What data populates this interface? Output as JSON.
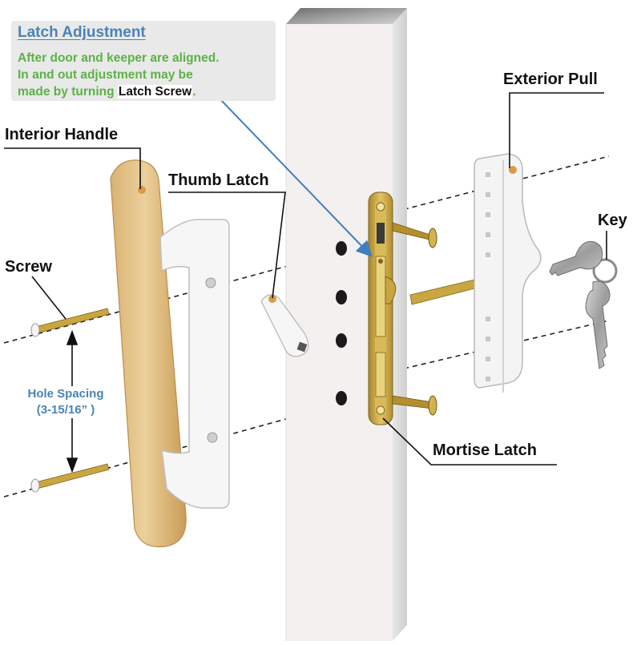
{
  "note": {
    "title": "Latch Adjustment",
    "body_line1": "After door and keeper are aligned.",
    "body_line2": "In and out adjustment may be",
    "body_line3_prefix": "made by turning ",
    "body_highlight": "Latch Screw",
    "body_line3_suffix": "."
  },
  "labels": {
    "exterior_pull": "Exterior Pull",
    "interior_handle": "Interior Handle",
    "thumb_latch": "Thumb Latch",
    "key": "Key",
    "screw": "Screw",
    "mortise_latch": "Mortise Latch"
  },
  "hole_spacing": {
    "line1": "Hole Spacing",
    "line2": "(3-15/16” )"
  },
  "colors": {
    "note_title": "#4a83b8",
    "note_body": "#5cb247",
    "arrow": "#3f7fc0",
    "wood": "#e2be84",
    "brass": "#c9a640"
  }
}
